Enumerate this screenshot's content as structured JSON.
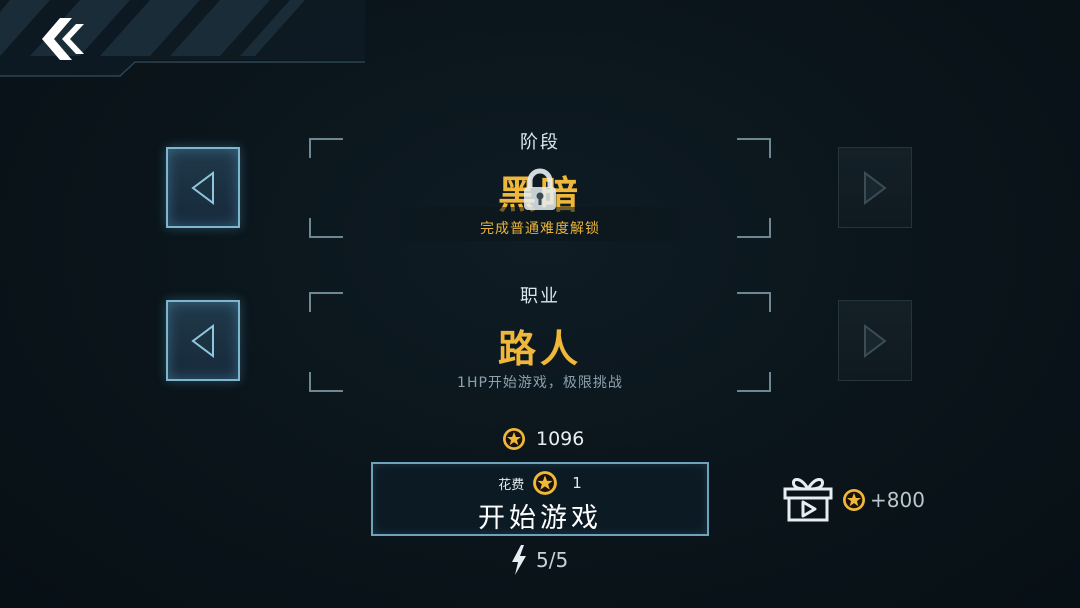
{
  "header": {
    "back_icon": "double-chevron-left-icon"
  },
  "stage": {
    "label": "阶段",
    "value": "黑暗",
    "locked": true,
    "lock_icon": "padlock-icon",
    "description": "完成普通难度解锁",
    "prev_icon": "triangle-left-icon",
    "next_icon": "triangle-right-icon"
  },
  "profession": {
    "label": "职业",
    "value": "路人",
    "description": "1HP开始游戏，极限挑战",
    "prev_icon": "triangle-left-icon",
    "next_icon": "triangle-right-icon"
  },
  "wallet": {
    "coin_icon": "star-coin-icon",
    "coins": "1096"
  },
  "start": {
    "cost_label": "花费",
    "cost_value": "1",
    "label": "开始游戏"
  },
  "energy": {
    "icon": "lightning-icon",
    "value": "5/5"
  },
  "gift": {
    "icon": "gift-box-play-icon",
    "reward": "+800"
  },
  "colors": {
    "accent_gold": "#f0b83a",
    "frame_blue": "#7fb6cf",
    "background": "#0a141a"
  }
}
